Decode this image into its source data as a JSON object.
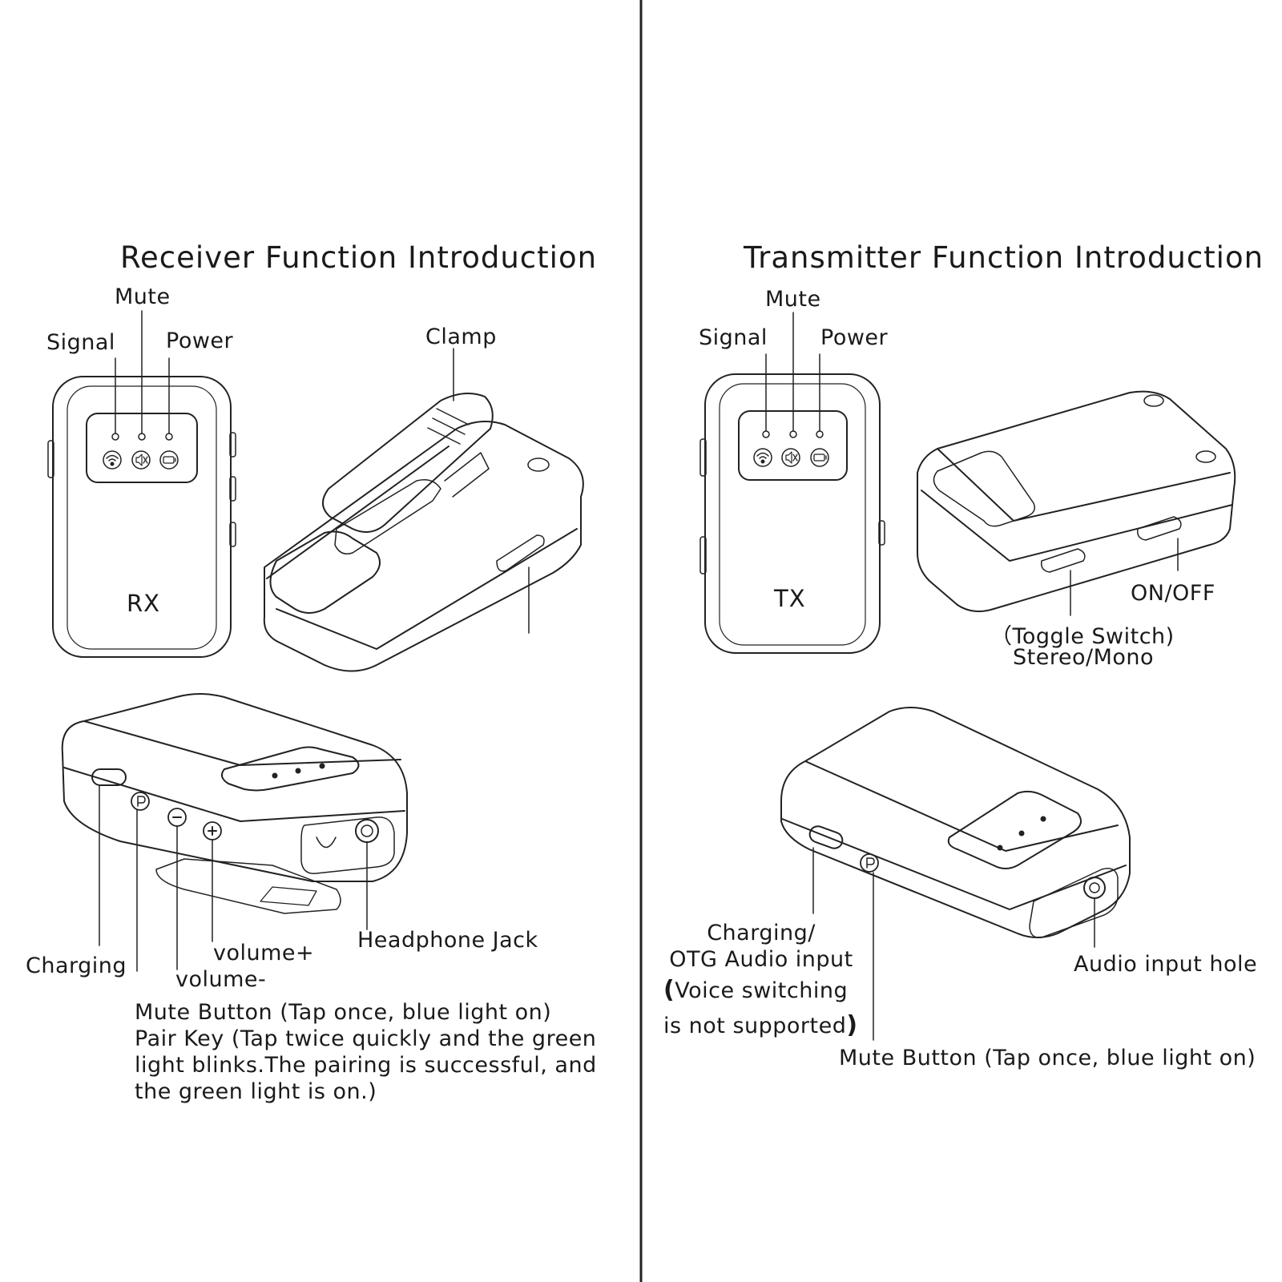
{
  "receiver": {
    "title": "Receiver Function Introduction",
    "device_label": "RX",
    "labels": {
      "mute": "Mute",
      "signal": "Signal",
      "power": "Power",
      "clamp": "Clamp",
      "charging": "Charging",
      "volume_plus": "volume+",
      "volume_minus": "volume-",
      "headphone_jack": "Headphone Jack",
      "mute_button": "Mute Button (Tap once, blue light on)",
      "pair_key": "Pair Key (Tap twice quickly and the green\n light blinks.The pairing is successful, and\nthe green light is on.)"
    }
  },
  "transmitter": {
    "title": "Transmitter Function Introduction",
    "device_label": "TX",
    "labels": {
      "mute": "Mute",
      "signal": "Signal",
      "power": "Power",
      "on_off": "ON/OFF",
      "toggle_switch": "（Toggle Switch)",
      "stereo_mono": "Stereo/Mono",
      "charging": "Charging/\nOTG Audio input",
      "paren_open": "(",
      "voice_switching": "Voice switching",
      "not_supported": " is not supported",
      "paren_close": ")",
      "audio_input_hole": "Audio input hole",
      "mute_button": "Mute Button (Tap once, blue light on)"
    }
  }
}
